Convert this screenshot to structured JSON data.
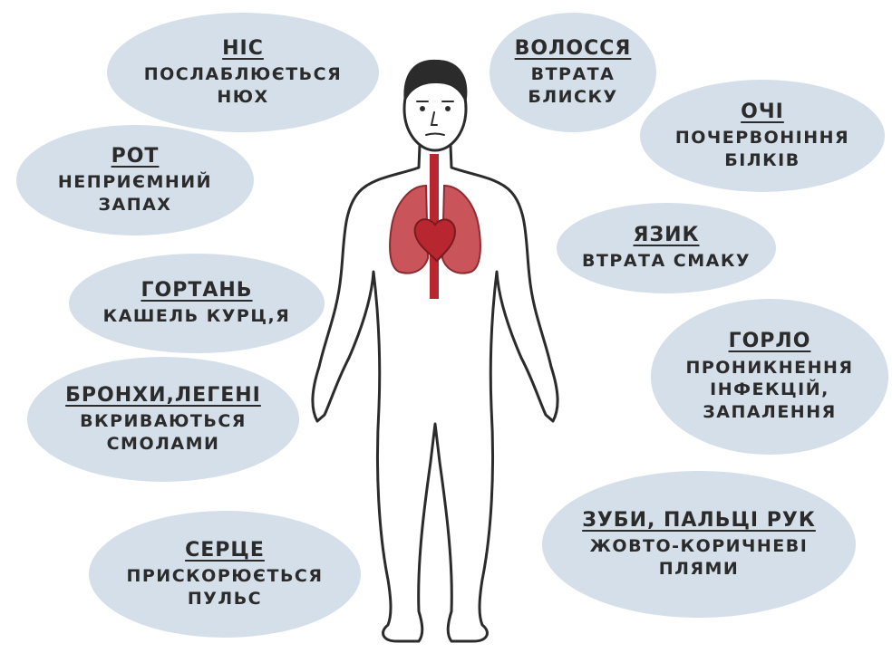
{
  "bubbles": {
    "nose": {
      "title": "НІС",
      "text": "ПОСЛАБЛЮЄТЬСЯ\nНЮХ"
    },
    "mouth": {
      "title": "РОТ",
      "text": "НЕПРИЄМНИЙ\nЗАПАХ"
    },
    "larynx": {
      "title": "ГОРТАНЬ",
      "text": "КАШЕЛЬ КУРЦ,Я"
    },
    "lungs": {
      "title": "БРОНХИ,ЛЕГЕНІ",
      "text": "ВКРИВАЮТЬСЯ\nСМОЛАМИ"
    },
    "heart": {
      "title": "СЕРЦЕ",
      "text": "ПРИСКОРЮЄТЬСЯ\nПУЛЬС"
    },
    "hair": {
      "title": "ВОЛОССЯ",
      "text": "ВТРАТА\nБЛИСКУ"
    },
    "eyes": {
      "title": "ОЧІ",
      "text": "ПОЧЕРВОНІННЯ\nБІЛКІВ"
    },
    "tongue": {
      "title": "ЯЗИК",
      "text": "ВТРАТА СМАКУ"
    },
    "throat": {
      "title": "ГОРЛО",
      "text": "ПРОНИКНЕННЯ\nІНФЕКЦІЙ,\nЗАПАЛЕННЯ"
    },
    "teeth": {
      "title": "ЗУБИ, ПАЛЬЦІ РУК",
      "text": "ЖОВТО-КОРИЧНЕВІ\nПЛЯМИ"
    }
  },
  "colors": {
    "bubble": "#d5dfe9",
    "organ": "#c9545a",
    "heart": "#b8262f",
    "outline": "#2b2b2b"
  }
}
